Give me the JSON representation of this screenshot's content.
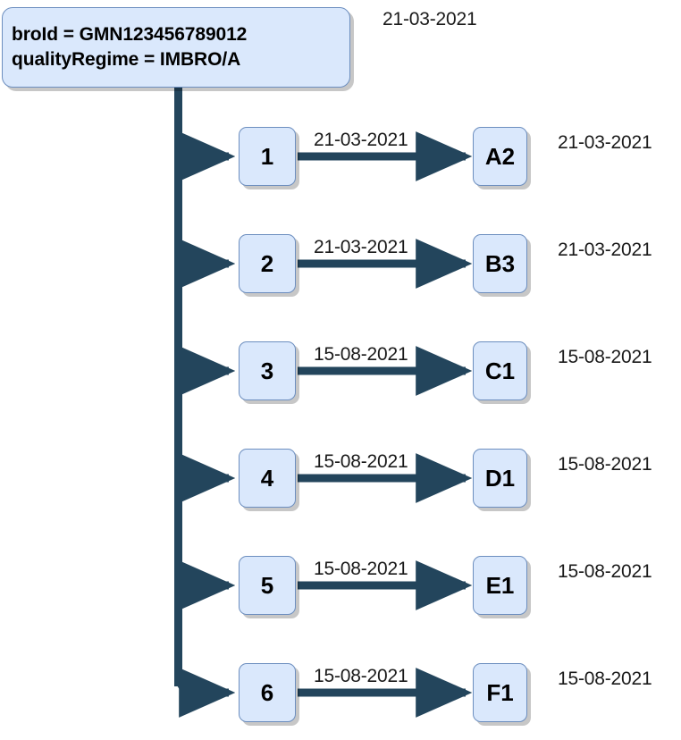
{
  "diagram": {
    "title_box": {
      "line1": "broId = GMN123456789012",
      "line2": "qualityRegime = IMBRO/A",
      "registration_date": "21-03-2021"
    },
    "colors": {
      "node_fill": "#dae8fc",
      "node_stroke": "#6c8ebf",
      "connector": "#23455c",
      "text": "#000000",
      "shadow": "#b3b3b3",
      "background": "#ffffff"
    },
    "rows": [
      {
        "event_id": "1",
        "target_id": "A2",
        "edge_date": "21-03-2021",
        "target_date": "21-03-2021"
      },
      {
        "event_id": "2",
        "target_id": "B3",
        "edge_date": "21-03-2021",
        "target_date": "21-03-2021"
      },
      {
        "event_id": "3",
        "target_id": "C1",
        "edge_date": "15-08-2021",
        "target_date": "15-08-2021"
      },
      {
        "event_id": "4",
        "target_id": "D1",
        "edge_date": "15-08-2021",
        "target_date": "15-08-2021"
      },
      {
        "event_id": "5",
        "target_id": "E1",
        "edge_date": "15-08-2021",
        "target_date": "15-08-2021"
      },
      {
        "event_id": "6",
        "target_id": "F1",
        "edge_date": "15-08-2021",
        "target_date": "15-08-2021"
      }
    ]
  }
}
